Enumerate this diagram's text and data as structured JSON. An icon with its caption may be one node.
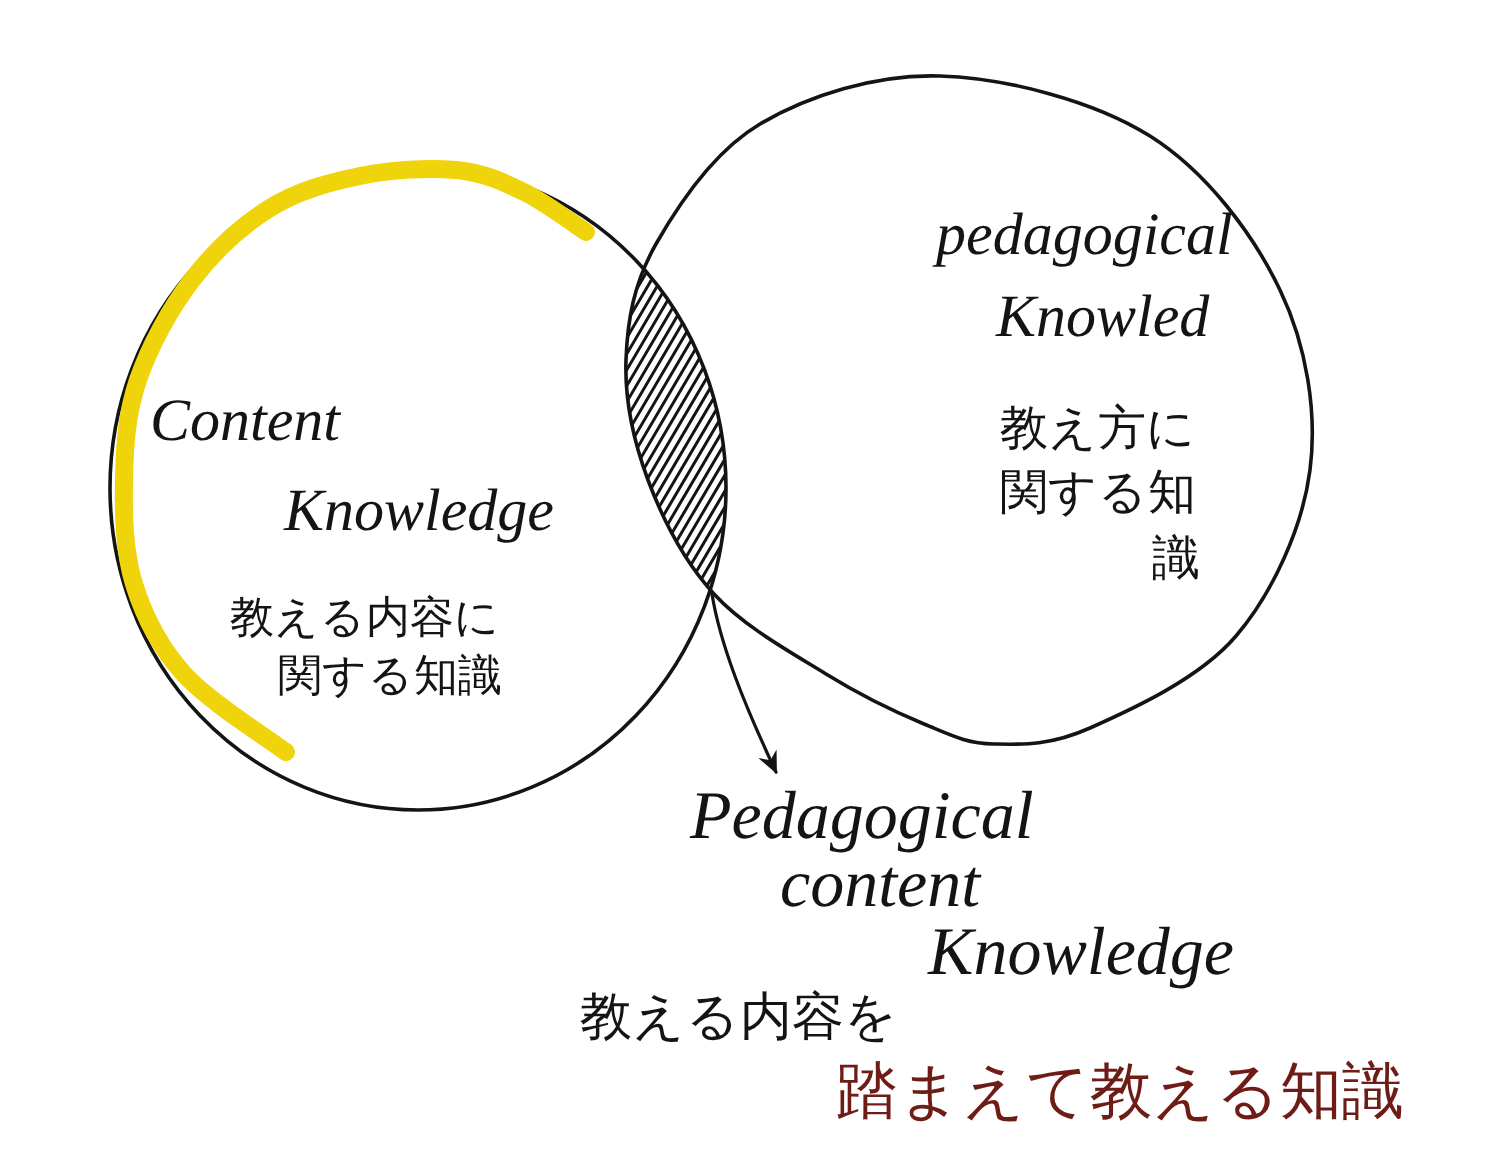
{
  "diagram": {
    "nodes": [
      {
        "text": [
          "Content Knowledge",
          "教える内容に関する知識"
        ]
      },
      {
        "text": [
          "pedagogical Knowled",
          "教え方に関する知識"
        ]
      },
      {
        "text": [],
        "shape": "lens"
      },
      {
        "text": [
          "Pedagogical content Knowledge",
          "教える内容を",
          "踏まえて教える知識"
        ]
      }
    ],
    "edges": [
      {
        "from": 2,
        "to": 3,
        "arrow": "to"
      }
    ]
  }
}
